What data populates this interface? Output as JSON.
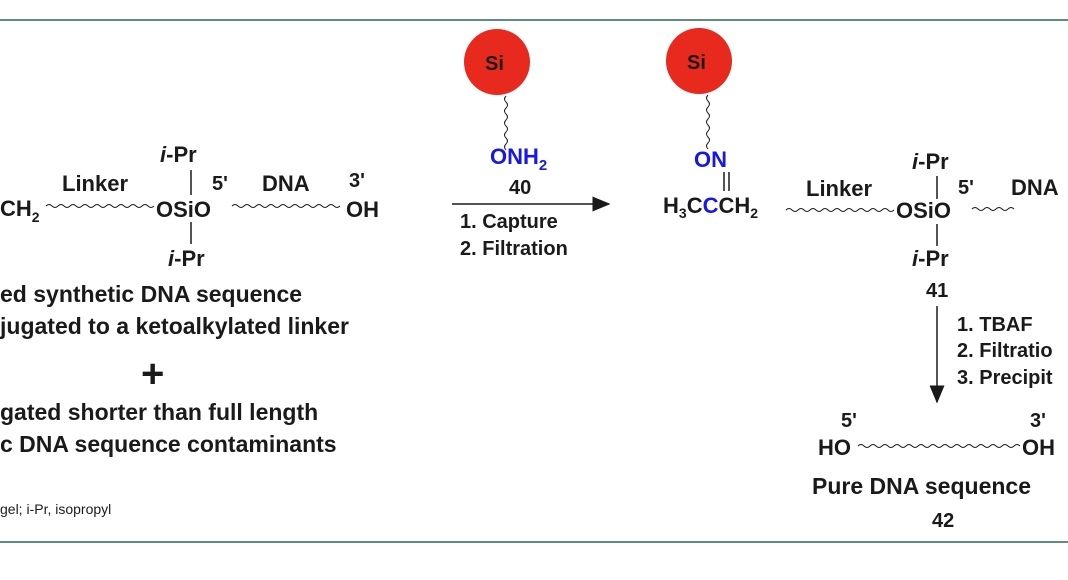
{
  "scheme": {
    "left": {
      "ch2": "CH",
      "ch2_sub": "2",
      "linker": "Linker",
      "ipr": "i",
      "ipr_rest": "-Pr",
      "five_prime": "5'",
      "osio": "OSiO",
      "dna": "DNA",
      "three_prime": "3'",
      "oh": "OH",
      "desc_line1": "ed synthetic DNA sequence",
      "desc_line2": "jugated to a ketoalkylated linker",
      "plus": "+",
      "desc_line3": "gated shorter than full length",
      "desc_line4": "c DNA sequence contaminants"
    },
    "reagent": {
      "bead_label": "Si",
      "onh2": "ONH",
      "onh2_sub": "2",
      "compound": "40",
      "step1": "1. Capture",
      "step2": "2. Filtration"
    },
    "product": {
      "bead_label": "Si",
      "on": "ON",
      "h3c": "H",
      "h3c_sub": "3",
      "c1": "C",
      "c_blue": "C",
      "ch2": "CH",
      "ch2_sub": "2",
      "linker": "Linker",
      "ipr": "i",
      "ipr_rest": "-Pr",
      "five_prime": "5'",
      "osio": "OSiO",
      "dna": "DNA",
      "compound": "41"
    },
    "deprotection": {
      "step1": "1. TBAF",
      "step2": "2. Filtratio",
      "step3": "3. Precipit"
    },
    "final": {
      "five_prime": "5'",
      "three_prime": "3'",
      "ho": "HO",
      "oh": "OH",
      "label": "Pure DNA sequence",
      "compound": "42"
    },
    "footnote": "gel; i-Pr, isopropyl"
  },
  "colors": {
    "frame": "#5e8f7d",
    "bead": "#e8291e",
    "heteroatom": "#1717e6"
  }
}
